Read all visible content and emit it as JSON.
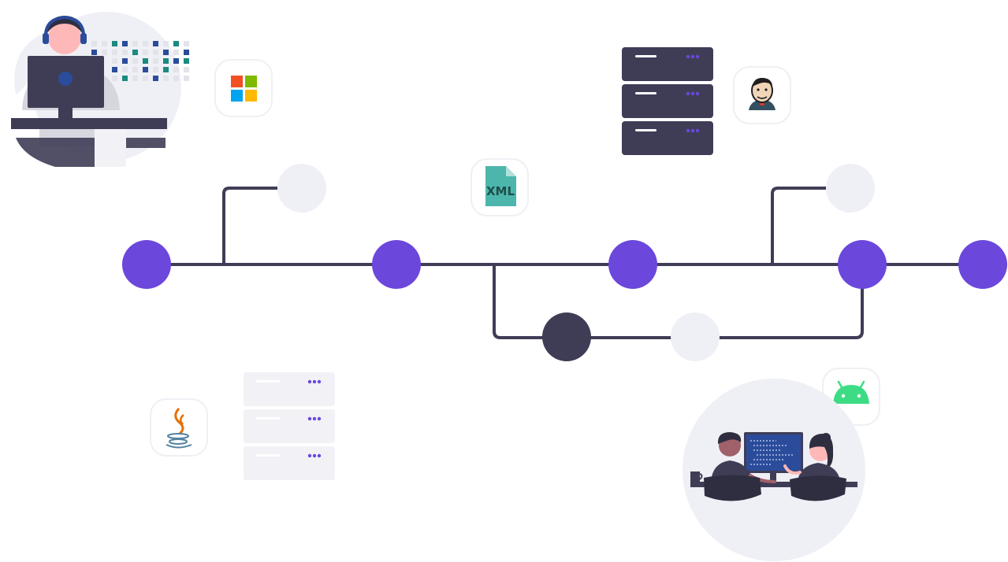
{
  "colors": {
    "accent": "#6b47dc",
    "line": "#3f3d56",
    "muted_node": "#eff0f5",
    "dark_node": "#3f3d56",
    "server_dark": "#3f3d56",
    "server_light": "#f2f2f6",
    "xml_teal": "#4db6ac"
  },
  "icons": {
    "microsoft": "windows-logo-icon",
    "xml": "xml-file-icon",
    "jenkins": "jenkins-logo-icon",
    "java": "java-logo-icon",
    "android": "android-logo-icon"
  },
  "xml_label": "XML",
  "nodes": {
    "main": [
      "node",
      "node",
      "node",
      "node",
      "node"
    ],
    "muted": [
      "node",
      "node",
      "node"
    ],
    "dark": [
      "node"
    ]
  }
}
